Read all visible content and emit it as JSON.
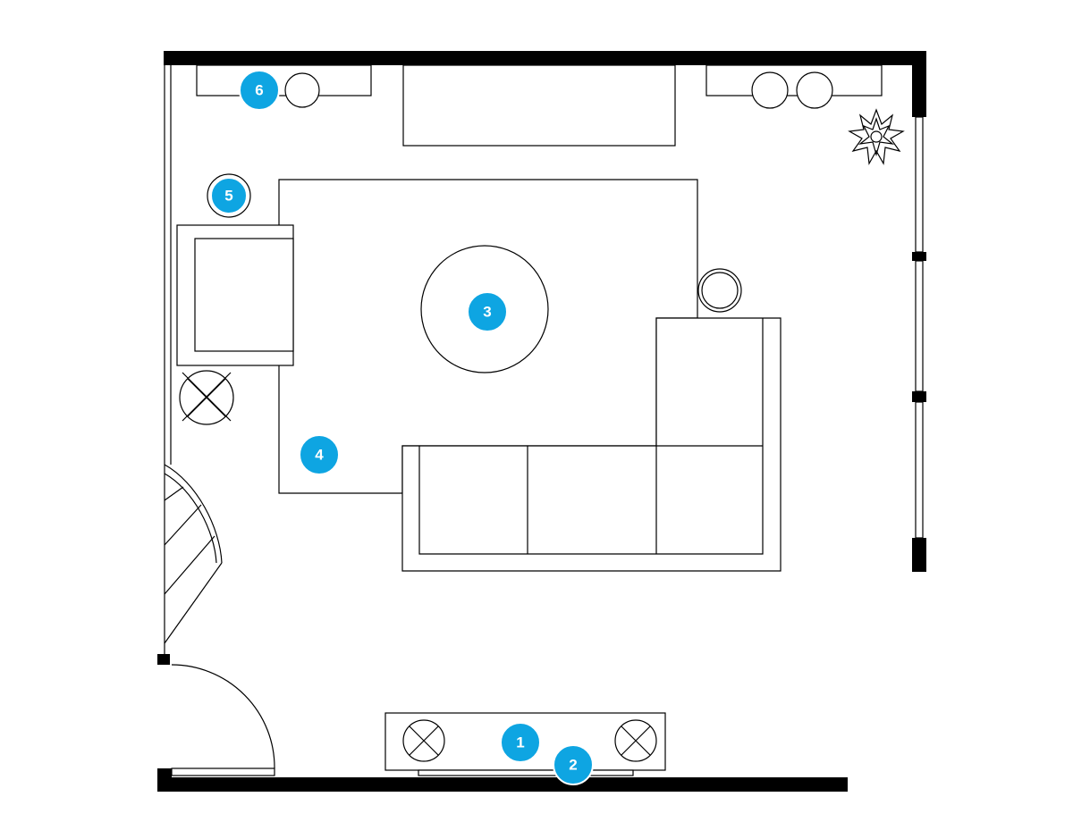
{
  "colors": {
    "marker_fill": "#0ea5e2",
    "marker_text": "#ffffff",
    "wall": "#000000"
  },
  "markers": [
    {
      "label": "1",
      "item": "media-console"
    },
    {
      "label": "2",
      "item": "media-console-base"
    },
    {
      "label": "3",
      "item": "round-coffee-table"
    },
    {
      "label": "4",
      "item": "area-rug"
    },
    {
      "label": "5",
      "item": "side-table"
    },
    {
      "label": "6",
      "item": "console-table"
    }
  ],
  "icons": [
    "plant-icon",
    "floor-lamp-icon",
    "table-lamp-icon"
  ]
}
